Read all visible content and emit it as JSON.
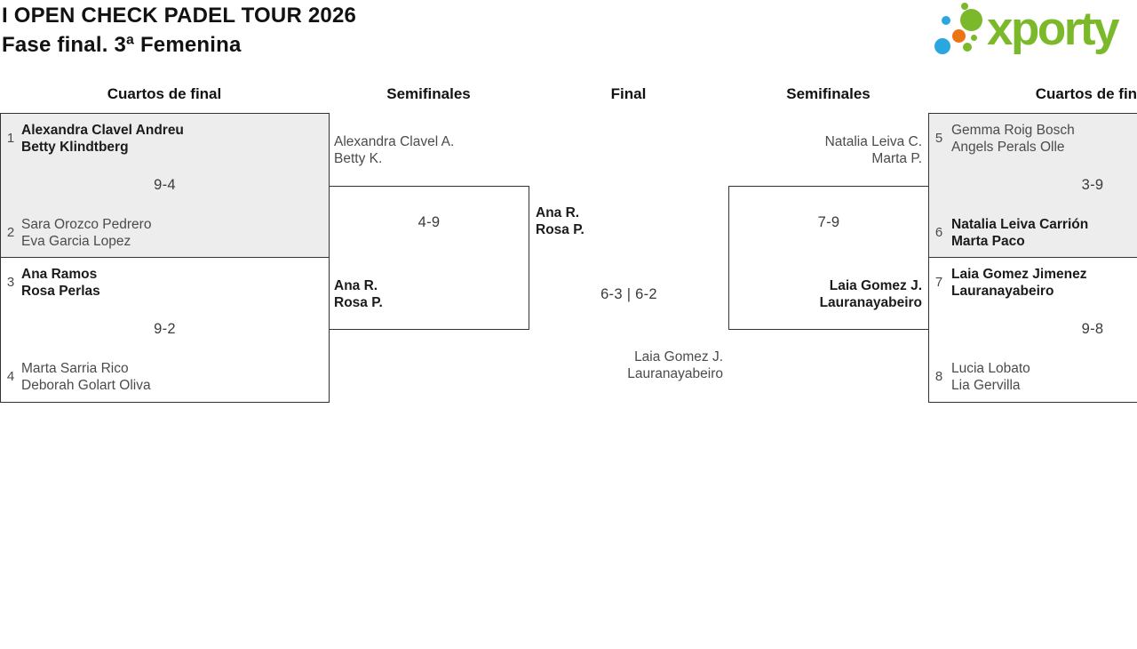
{
  "palette": {
    "heading_text": "#121212",
    "box_border": "#333333",
    "box_fill": "#ededed",
    "winner_text": "#1b1b1b",
    "loser_text": "#4b4b4b",
    "score_text": "#3a3a3a"
  },
  "header": {
    "title": "I OPEN CHECK PADEL TOUR 2026",
    "subtitle": "Fase final. 3ª Femenina"
  },
  "logo": {
    "text": "xporty",
    "green": "#7bb92a",
    "blue": "#2aa7de",
    "orange": "#ec7414"
  },
  "columns": [
    {
      "label": "Cuartos de final"
    },
    {
      "label": "Semifinales"
    },
    {
      "label": "Final"
    },
    {
      "label": "Semifinales"
    },
    {
      "label": "Cuartos de final"
    }
  ],
  "matches": {
    "qf_left_top": {
      "seed_a": "1",
      "team_a": {
        "p1": "Alexandra Clavel Andreu",
        "p2": "Betty Klindtberg"
      },
      "score": "9-4",
      "seed_b": "2",
      "team_b": {
        "p1": "Sara Orozco Pedrero",
        "p2": "Eva Garcia Lopez"
      }
    },
    "qf_left_bottom": {
      "seed_a": "3",
      "team_a": {
        "p1": "Ana Ramos",
        "p2": "Rosa Perlas"
      },
      "score": "9-2",
      "seed_b": "4",
      "team_b": {
        "p1": "Marta Sarria Rico",
        "p2": "Deborah Golart Oliva"
      }
    },
    "sf_left": {
      "team_a": {
        "p1": "Alexandra Clavel A.",
        "p2": "Betty K."
      },
      "score": "4-9",
      "team_b": {
        "p1": "Ana R.",
        "p2": "Rosa P."
      }
    },
    "final": {
      "team_a": {
        "p1": "Ana R.",
        "p2": "Rosa P."
      },
      "score": "6-3 | 6-2",
      "team_b": {
        "p1": "Laia Gomez J.",
        "p2": "Lauranayabeiro"
      }
    },
    "sf_right": {
      "team_a": {
        "p1": "Natalia Leiva C.",
        "p2": "Marta P."
      },
      "score": "7-9",
      "team_b": {
        "p1": "Laia Gomez J.",
        "p2": "Lauranayabeiro"
      }
    },
    "qf_right_top": {
      "seed_a": "5",
      "team_a": {
        "p1": "Gemma Roig Bosch",
        "p2": "Angels Perals Olle"
      },
      "score": "3-9",
      "seed_b": "6",
      "team_b": {
        "p1": "Natalia Leiva Carrión",
        "p2": "Marta Paco"
      }
    },
    "qf_right_bottom": {
      "seed_a": "7",
      "team_a": {
        "p1": "Laia Gomez Jimenez",
        "p2": "Lauranayabeiro"
      },
      "score": "9-8",
      "seed_b": "8",
      "team_b": {
        "p1": "Lucia Lobato",
        "p2": "Lia Gervilla"
      }
    }
  }
}
